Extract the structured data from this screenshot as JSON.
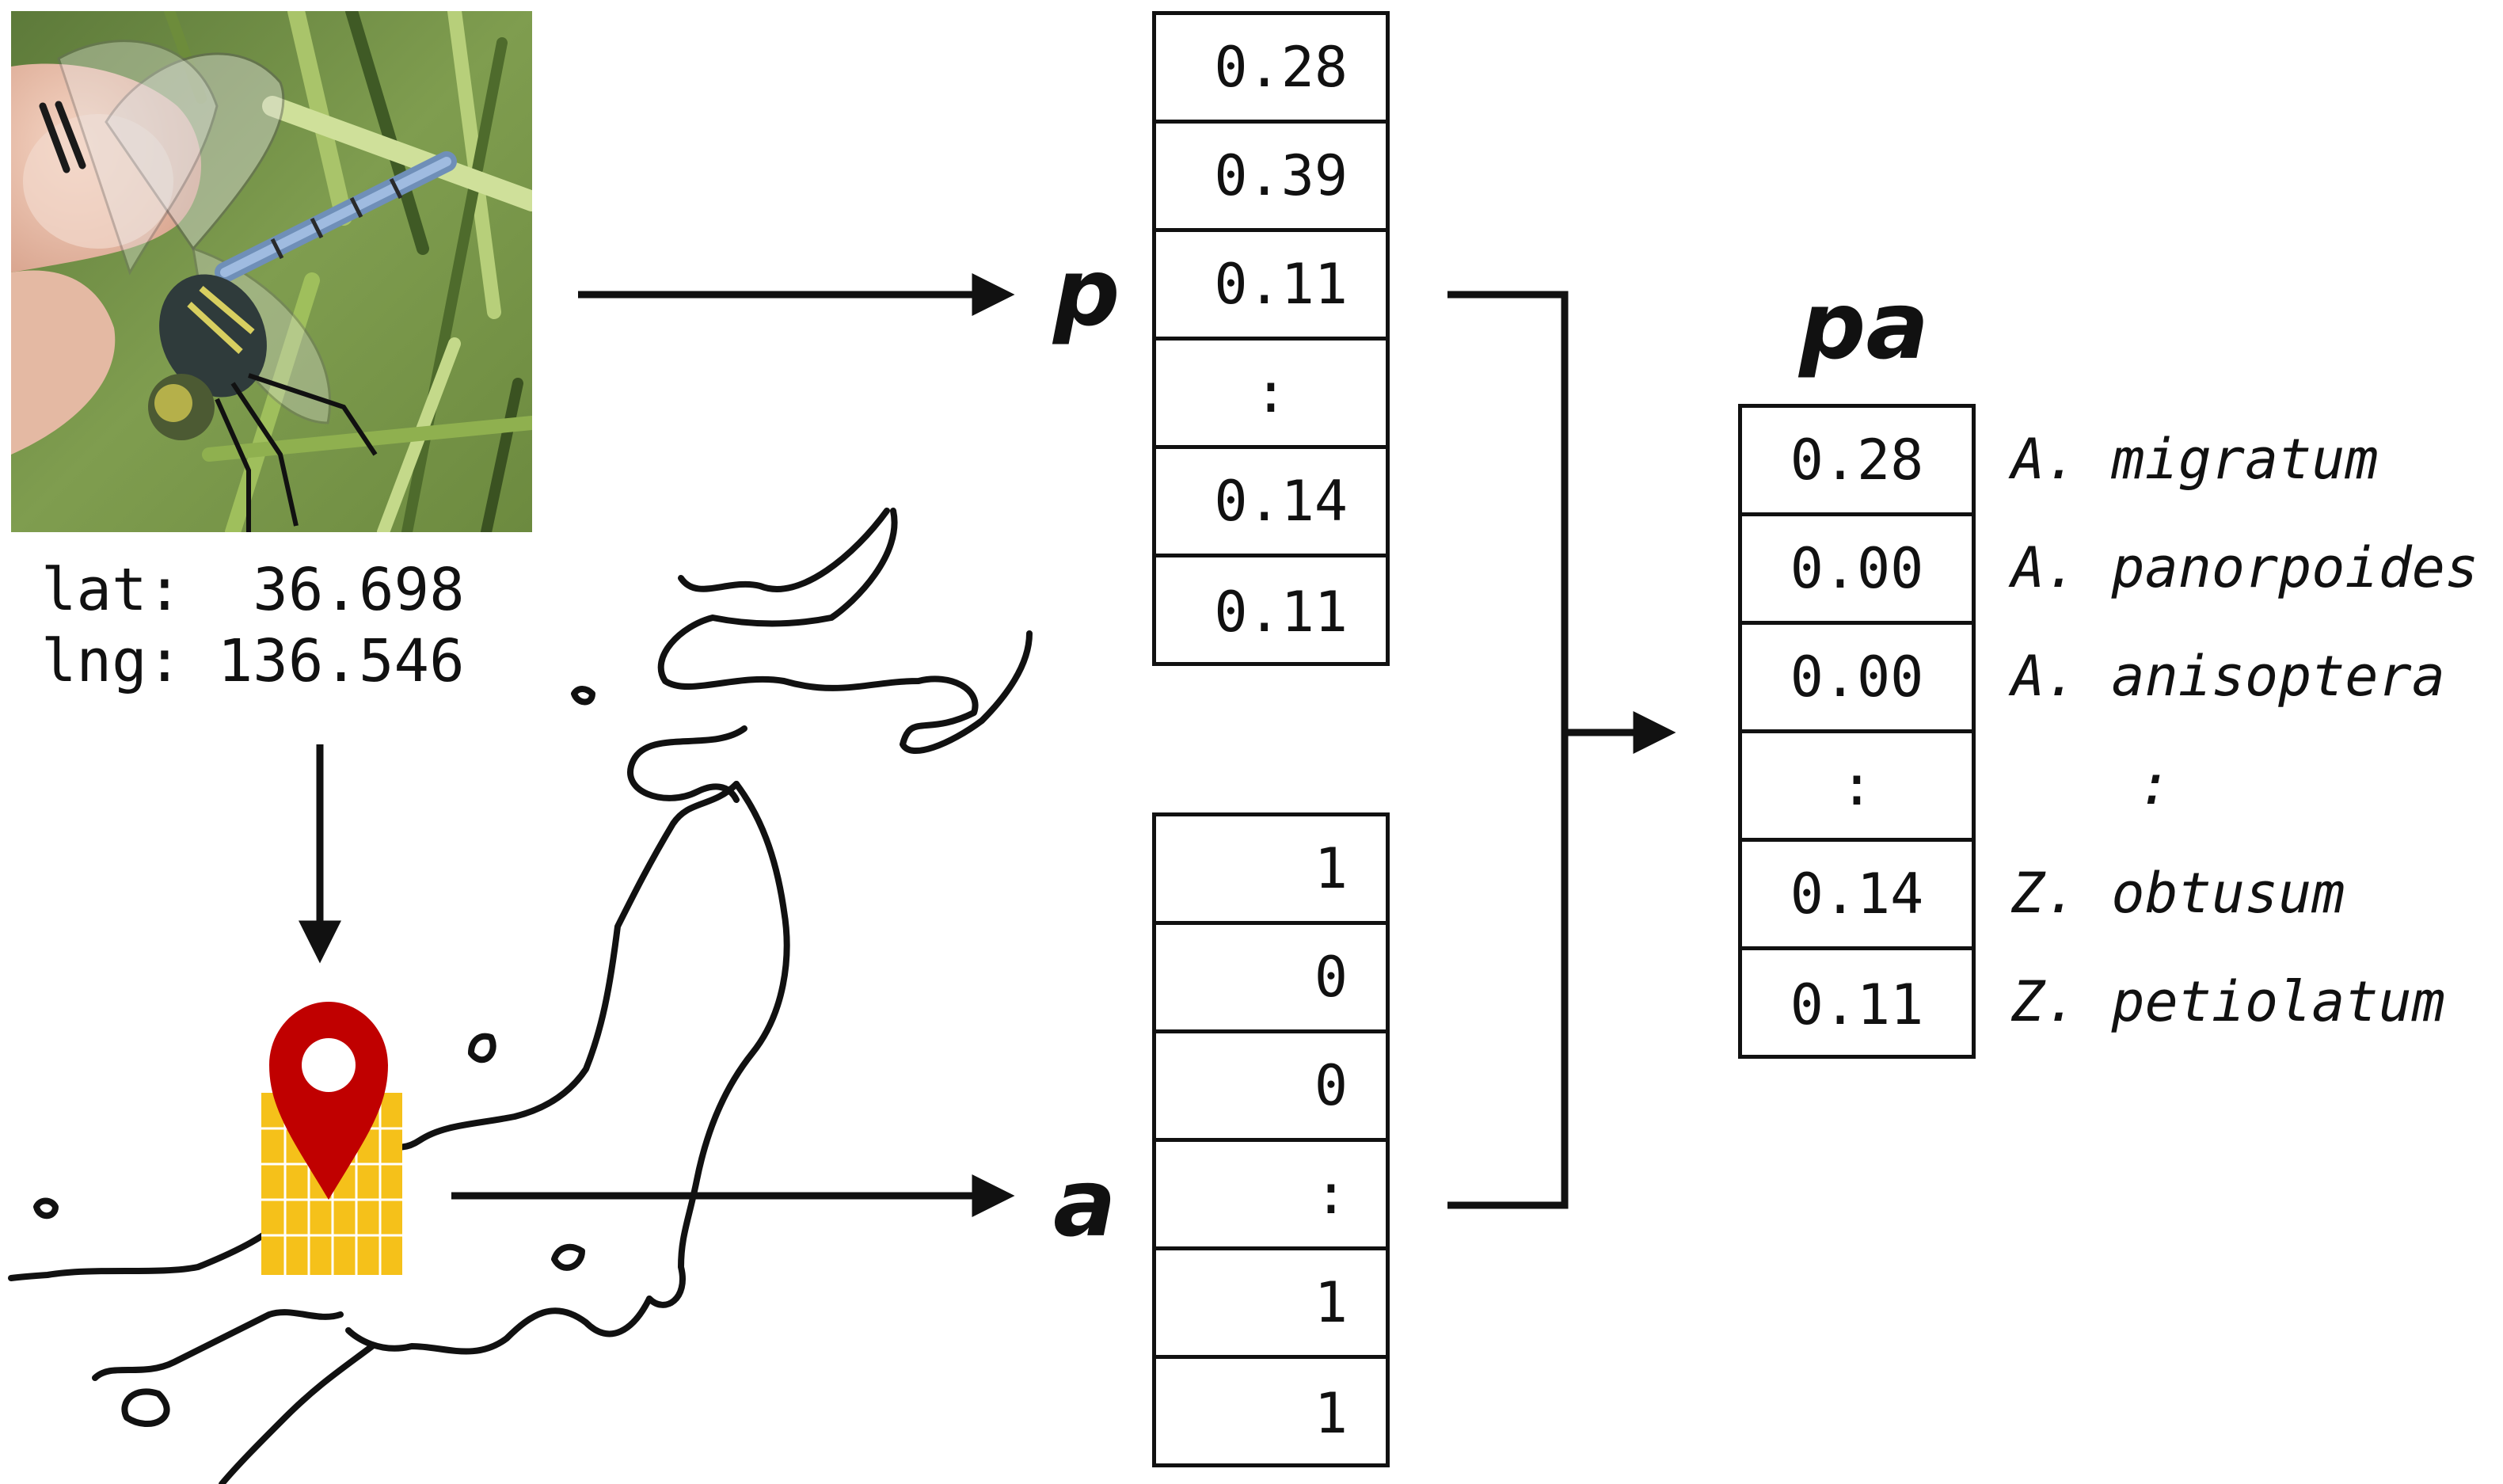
{
  "coords": {
    "lat": "lat:  36.698",
    "lng": "lng: 136.546"
  },
  "labels": {
    "p": "p",
    "a": "a",
    "pa": "pa"
  },
  "p_vector": [
    "0.28",
    "0.39",
    "0.11",
    ":",
    "0.14",
    "0.11"
  ],
  "a_vector": [
    "1",
    "0",
    "0",
    ":",
    "1",
    "1"
  ],
  "pa_vector": [
    "0.28",
    "0.00",
    "0.00",
    ":",
    "0.14",
    "0.11"
  ],
  "species": [
    "A. migratum",
    "A. panorpoides",
    "A. anisoptera",
    ":",
    "Z. obtusum",
    "Z. petiolatum"
  ],
  "colors": {
    "pin": "#c00000",
    "grid_fill": "#f5c11a",
    "grid_line": "#ffffff",
    "ink": "#111111"
  },
  "icons": {
    "photo": "dragonfly-photo",
    "pin": "map-pin-icon",
    "map": "japan-coastline-map"
  }
}
